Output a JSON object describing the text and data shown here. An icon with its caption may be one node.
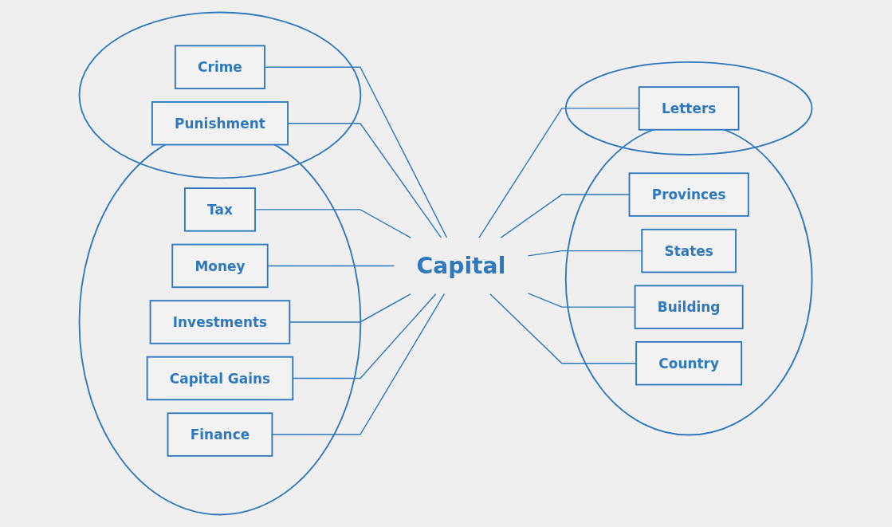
{
  "diagram": {
    "nodes": [
      {
        "text": [],
        "shape": "circle"
      },
      {
        "text": [
          "Crime"
        ],
        "in": 0
      },
      {
        "text": [
          "Punishment"
        ],
        "in": 0
      },
      {
        "text": [],
        "shape": "circle"
      },
      {
        "text": [
          "Tax"
        ],
        "in": 3
      },
      {
        "text": [
          "Money"
        ],
        "in": 3
      },
      {
        "text": [
          "Investments"
        ],
        "in": 3
      },
      {
        "text": [
          "Capital Gains"
        ],
        "in": 3
      },
      {
        "text": [
          "Finance"
        ],
        "in": 3
      },
      {
        "text": [
          "Capital"
        ]
      },
      {
        "text": [],
        "shape": "circle"
      },
      {
        "text": [
          "Provinces"
        ],
        "in": 10
      },
      {
        "text": [
          "States"
        ],
        "in": 10
      },
      {
        "text": [
          "Building"
        ],
        "in": 10
      },
      {
        "text": [
          "Country"
        ],
        "in": 10
      },
      {
        "text": [],
        "shape": "circle"
      },
      {
        "text": [
          "Letters"
        ],
        "in": 15
      }
    ],
    "edges": [
      {
        "from": 1,
        "to": 9,
        "arrow": "none"
      },
      {
        "from": 2,
        "to": 9,
        "arrow": "none"
      },
      {
        "from": 4,
        "to": 9,
        "arrow": "none"
      },
      {
        "from": 5,
        "to": 9,
        "arrow": "none"
      },
      {
        "from": 6,
        "to": 9,
        "arrow": "none"
      },
      {
        "from": 7,
        "to": 9,
        "arrow": "none"
      },
      {
        "from": 8,
        "to": 9,
        "arrow": "none"
      },
      {
        "from": 9,
        "to": 11,
        "arrow": "none"
      },
      {
        "from": 9,
        "to": 12,
        "arrow": "none"
      },
      {
        "from": 9,
        "to": 13,
        "arrow": "none"
      },
      {
        "from": 9,
        "to": 14,
        "arrow": "none"
      },
      {
        "from": 9,
        "to": 16,
        "arrow": "none"
      }
    ]
  }
}
